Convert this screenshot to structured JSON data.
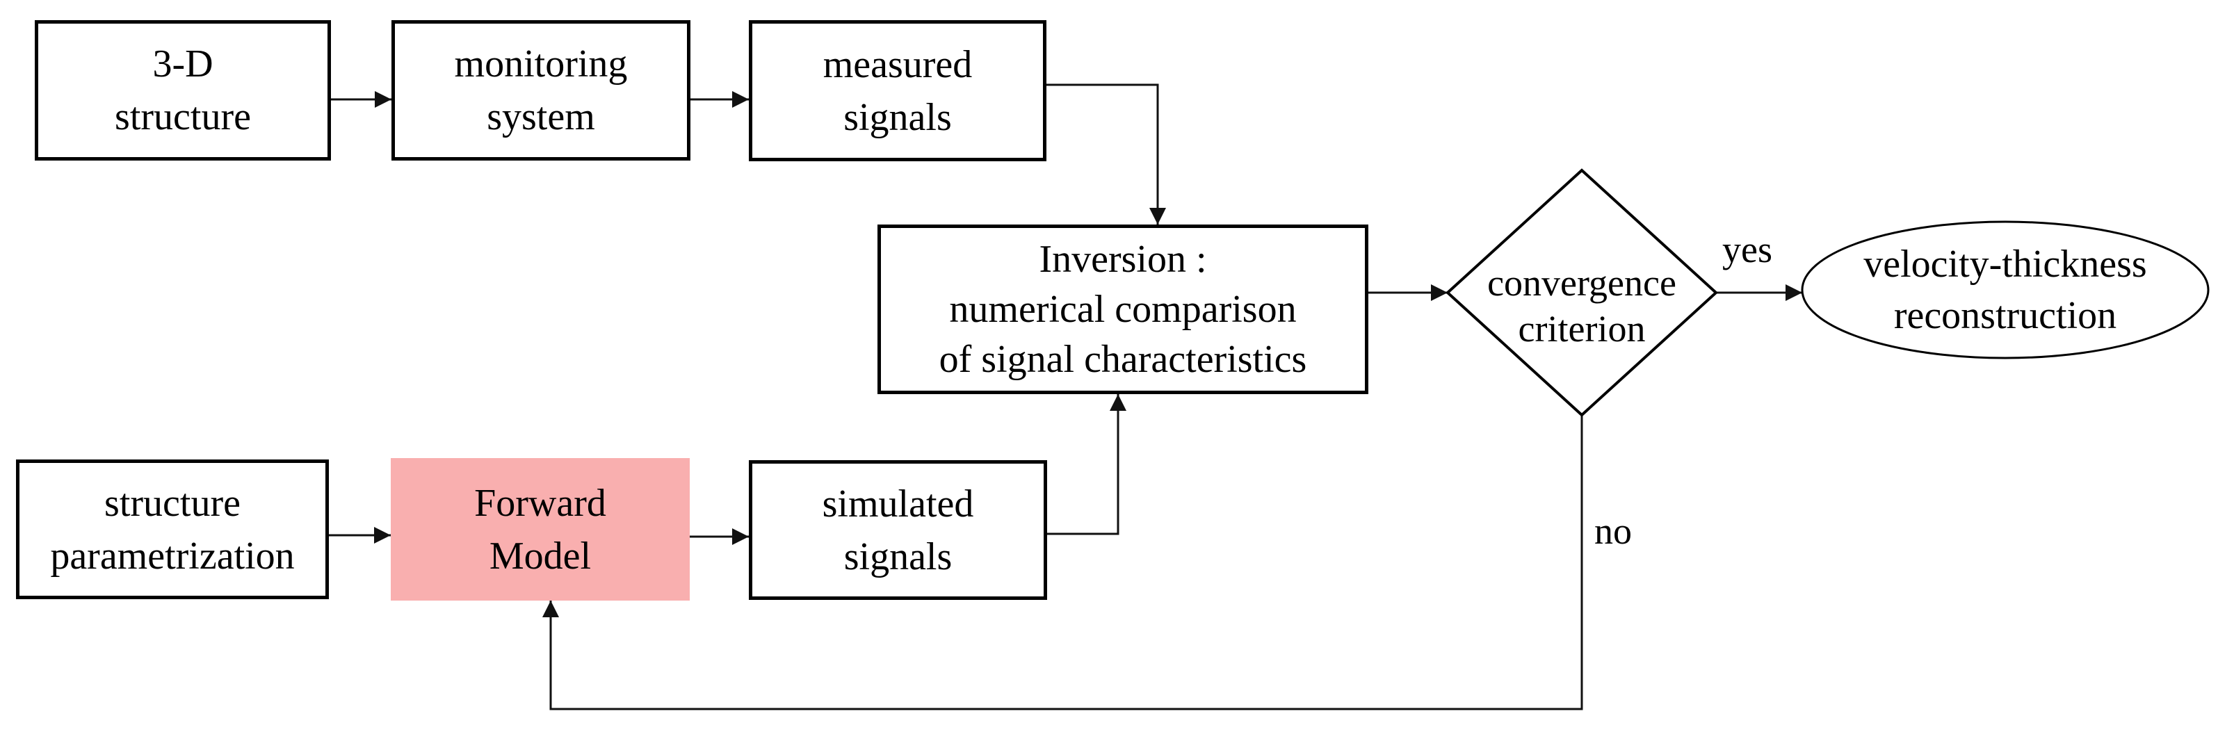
{
  "nodes": {
    "structure_3d": {
      "label": "3-D\nstructure"
    },
    "monitoring_system": {
      "label": "monitoring\nsystem"
    },
    "measured_signals": {
      "label": "measured\nsignals"
    },
    "inversion": {
      "label": "Inversion :\nnumerical comparison\nof signal characteristics"
    },
    "structure_parametrization": {
      "label": "structure\nparametrization"
    },
    "forward_model": {
      "label": "Forward\nModel",
      "fill": "#F9AFAF"
    },
    "simulated_signals": {
      "label": "simulated\nsignals"
    },
    "convergence_criterion": {
      "label": "convergence\ncriterion"
    },
    "velocity_thickness_reconstruction": {
      "label": "velocity-thickness\nreconstruction"
    }
  },
  "edge_labels": {
    "yes": "yes",
    "no": "no"
  },
  "colors": {
    "background": "#FFFFFF",
    "line": "#111111",
    "border": "#000000",
    "highlight_fill": "#F9AFAF"
  }
}
